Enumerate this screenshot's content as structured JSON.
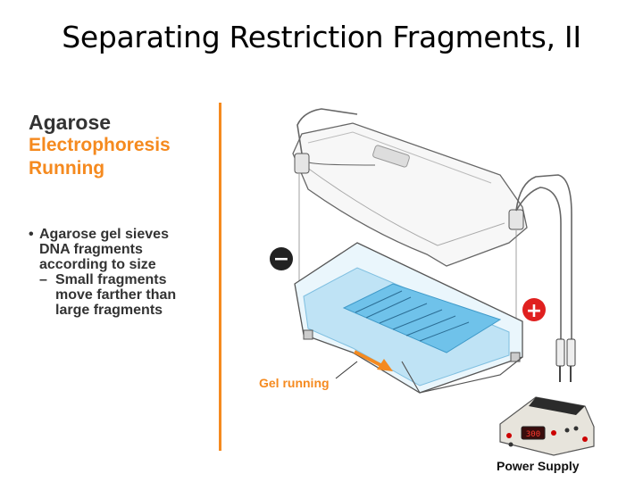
{
  "title": "Separating Restriction Fragments, II",
  "heading": {
    "line1": "Agarose",
    "line2": "Electrophoresis",
    "line3": "Running"
  },
  "bullets": {
    "main_bullet": "•",
    "main": [
      "Agarose gel sieves",
      "DNA fragments",
      "according to size"
    ],
    "sub_dash": "–",
    "sub": [
      "Small fragments",
      "move farther than",
      "large fragments"
    ]
  },
  "labels": {
    "negative": "−",
    "positive": "+",
    "gel_running": "Gel running",
    "power_supply": "Power Supply",
    "display_value": "300"
  },
  "colors": {
    "accent_orange": "#f58a1f",
    "negative_black": "#222222",
    "positive_red": "#e0201f",
    "buffer_blue": "#bfe3f5",
    "gel_blue": "#6fc2ea"
  }
}
